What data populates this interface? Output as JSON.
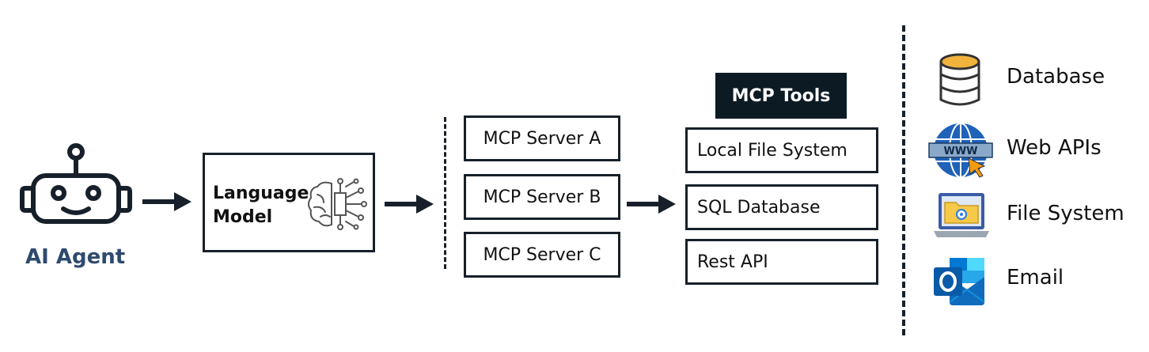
{
  "agent": {
    "label": "AI Agent",
    "icon": "robot-icon",
    "label_color": "#2e4a6e"
  },
  "language_model": {
    "line1": "Language",
    "line2": "Model",
    "icon": "brain-chip-icon"
  },
  "mcp_servers": [
    {
      "label": "MCP Server A"
    },
    {
      "label": "MCP Server B"
    },
    {
      "label": "MCP Server C"
    }
  ],
  "mcp_tools": {
    "title": "MCP Tools",
    "title_bg": "#0c1a24",
    "items": [
      {
        "label": "Local File System"
      },
      {
        "label": "SQL Database"
      },
      {
        "label": "Rest API"
      }
    ]
  },
  "resources": [
    {
      "label": "Database",
      "icon": "database-icon"
    },
    {
      "label": "Web APIs",
      "icon": "globe-www-icon"
    },
    {
      "label": "File System",
      "icon": "folder-laptop-icon"
    },
    {
      "label": "Email",
      "icon": "outlook-icon"
    }
  ],
  "colors": {
    "stroke": "#17202a",
    "db_gold": "#f2b33d",
    "globe_blue": "#1f62b8",
    "outlook_blue": "#0f6cbd"
  }
}
